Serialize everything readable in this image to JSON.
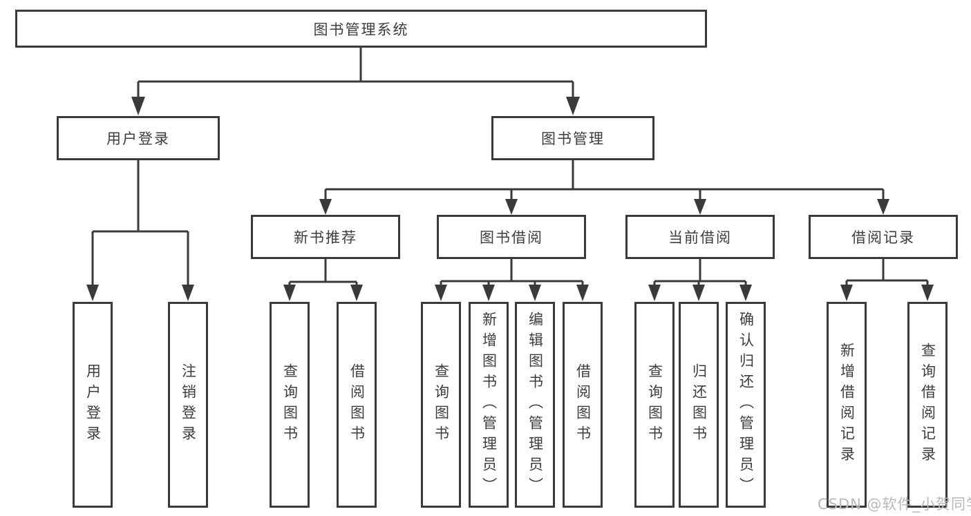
{
  "tree": {
    "label": "图书管理系统",
    "children": [
      {
        "label": "用户登录",
        "children": [
          {
            "label": "用户登录"
          },
          {
            "label": "注销登录"
          }
        ]
      },
      {
        "label": "图书管理",
        "children": [
          {
            "label": "新书推荐",
            "children": [
              {
                "label": "查询图书"
              },
              {
                "label": "借阅图书"
              }
            ]
          },
          {
            "label": "图书借阅",
            "children": [
              {
                "label": "查询图书"
              },
              {
                "label": "新增图书（管理员）"
              },
              {
                "label": "编辑图书（管理员）"
              },
              {
                "label": "借阅图书"
              }
            ]
          },
          {
            "label": "当前借阅",
            "children": [
              {
                "label": "查询图书"
              },
              {
                "label": "归还图书"
              },
              {
                "label": "确认归还（管理员）"
              }
            ]
          },
          {
            "label": "借阅记录",
            "children": [
              {
                "label": "新增借阅记录"
              },
              {
                "label": "查询借阅记录"
              }
            ]
          }
        ]
      }
    ]
  },
  "watermark": {
    "text": "CSDN @软件_小贺同学"
  },
  "colors": {
    "line": "#3a3a3a",
    "text": "#3d3d3d",
    "watermark": "#b8b8bc",
    "background": "#ffffff"
  }
}
